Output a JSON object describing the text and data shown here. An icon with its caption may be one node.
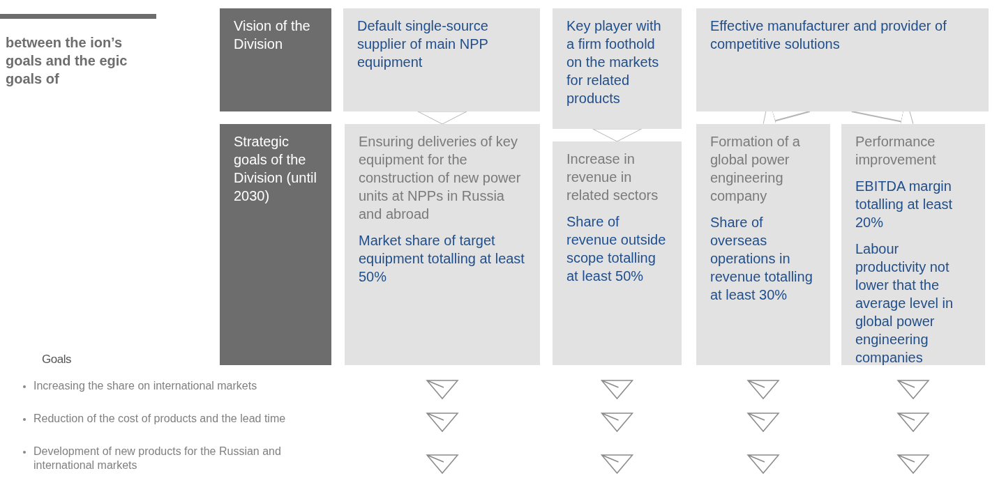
{
  "diagram": {
    "title": "between the ion’s goals and the egic goals of",
    "nodes": [
      {
        "text": [
          "Vision of the Division"
        ]
      },
      {
        "text": [
          "Default single-source supplier of main NPP equipment"
        ]
      },
      {
        "text": [
          "Key player with a firm foothold on the markets for related products"
        ]
      },
      {
        "text": [
          "Effective manufacturer and provider of competitive solutions"
        ]
      },
      {
        "text": [
          "Strategic goals of the Division (until 2030)"
        ]
      },
      {
        "text": [
          "Ensuring deliveries of key equipment for the construction of new power units at NPPs in Russia and abroad",
          "Market share of target equipment totalling at least 50%"
        ]
      },
      {
        "text": [
          "Increase in revenue in related sectors",
          "Share of revenue outside scope totalling at least 50%"
        ]
      },
      {
        "text": [
          "Formation of a global power engineering company",
          "Share of overseas operations in revenue totalling at least 30%"
        ]
      },
      {
        "text": [
          "Performance improvement",
          "EBITDA margin totalling at least 20%",
          "Labour productivity not lower that the average level in global power engineering companies"
        ]
      }
    ],
    "edges": [
      {
        "from": 1,
        "to": 5,
        "arrow": "to"
      },
      {
        "from": 2,
        "to": 6,
        "arrow": "to"
      },
      {
        "from": 3,
        "to": 7,
        "arrow": "to"
      },
      {
        "from": 3,
        "to": 8,
        "arrow": "to"
      }
    ],
    "labels": [
      "Goals",
      "Increasing the share on international markets",
      "Reduction of the cost of products and the lead time",
      "Development of new products for the Russian and international markets"
    ]
  }
}
